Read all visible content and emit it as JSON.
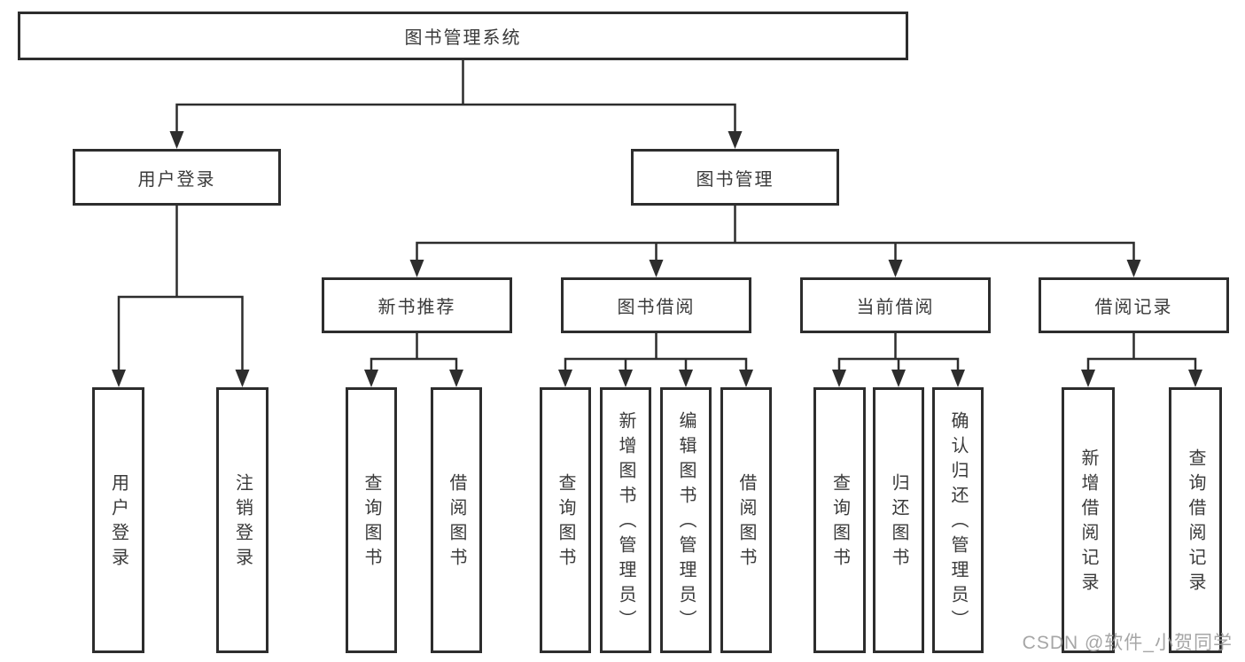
{
  "tree": {
    "root": {
      "label": "图书管理系统"
    },
    "branches": {
      "user_login": {
        "label": "用户登录",
        "children": [
          {
            "label": "用户登录"
          },
          {
            "label": "注销登录"
          }
        ]
      },
      "book_mgmt": {
        "label": "图书管理",
        "children": {
          "new_books": {
            "label": "新书推荐",
            "children": [
              {
                "label": "查询图书"
              },
              {
                "label": "借阅图书"
              }
            ]
          },
          "book_borrow": {
            "label": "图书借阅",
            "children": [
              {
                "label": "查询图书"
              },
              {
                "label": "新增图书（管理员）"
              },
              {
                "label": "编辑图书（管理员）"
              },
              {
                "label": "借阅图书"
              }
            ]
          },
          "current_borrow": {
            "label": "当前借阅",
            "children": [
              {
                "label": "查询图书"
              },
              {
                "label": "归还图书"
              },
              {
                "label": "确认归还（管理员）"
              }
            ]
          },
          "borrow_records": {
            "label": "借阅记录",
            "children": [
              {
                "label": "新增借阅记录"
              },
              {
                "label": "查询借阅记录"
              }
            ]
          }
        }
      }
    }
  },
  "watermark": {
    "text": "CSDN @软件_小贺同学"
  },
  "colors": {
    "line": "#2d2d2d",
    "text": "#3a3a3a",
    "box_background": "#ffffff",
    "page_background": "#ffffff",
    "watermark": "#9e9e9e"
  }
}
